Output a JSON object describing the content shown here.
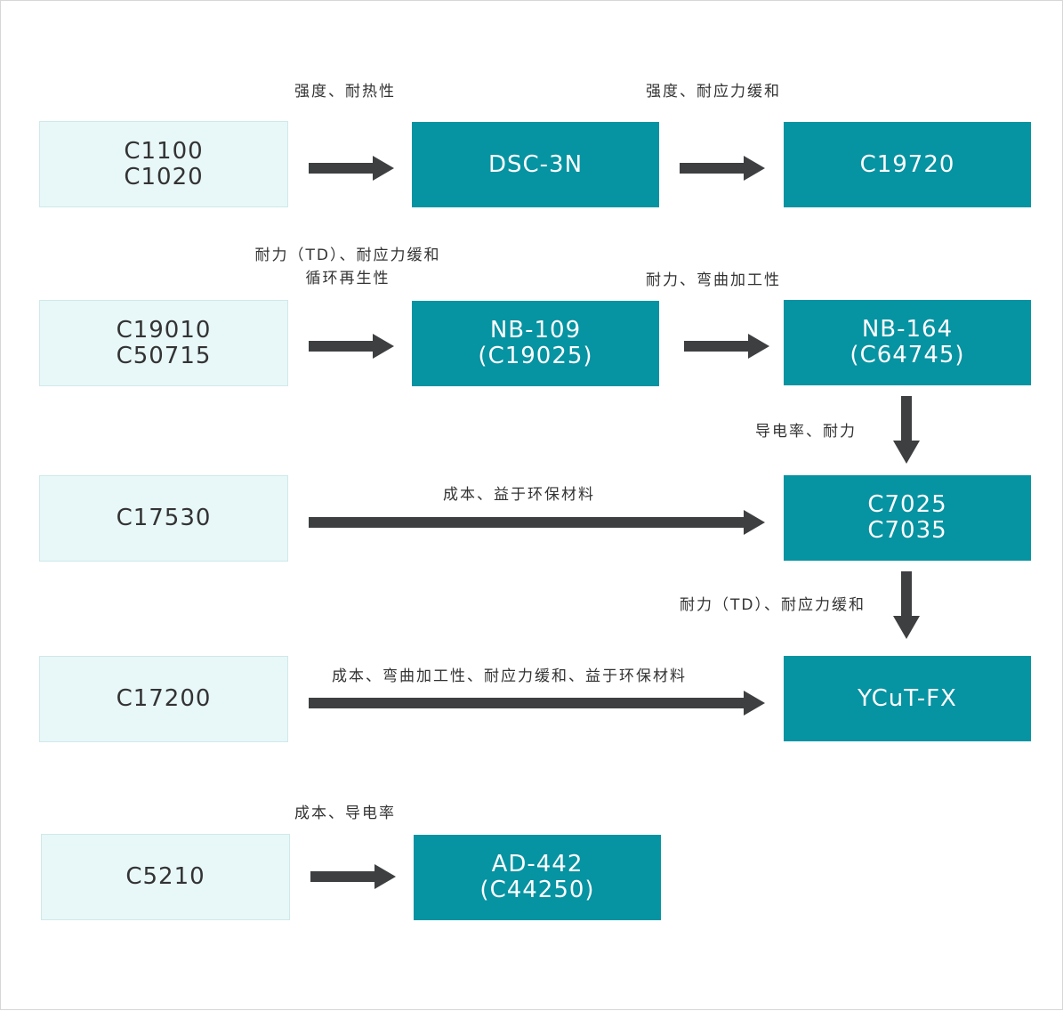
{
  "colors": {
    "source_fill": "#e8f7f8",
    "target_fill": "#0693a2",
    "arrow": "#3d3f41"
  },
  "sources": {
    "row1": [
      "C1100",
      "C1020"
    ],
    "row2": [
      "C19010",
      "C50715"
    ],
    "row3": [
      "C17530"
    ],
    "row4": [
      "C17200"
    ],
    "row5": [
      "C5210"
    ]
  },
  "targets": {
    "dsc3n": [
      "DSC-3N"
    ],
    "c19720": [
      "C19720"
    ],
    "nb109": [
      "NB-109",
      "(C19025)"
    ],
    "nb164": [
      "NB-164",
      "(C64745)"
    ],
    "c7025": [
      "C7025",
      "C7035"
    ],
    "ycutfx": [
      "YCuT-FX"
    ],
    "ad442": [
      "AD-442",
      "(C44250)"
    ]
  },
  "labels": {
    "row1_a": "强度、耐热性",
    "row1_b": "强度、耐应力缓和",
    "row2_a_line1": "耐力（TD）、耐应力缓和",
    "row2_a_line2": "循环再生性",
    "row2_b": "耐力、弯曲加工性",
    "down1": "导电率、耐力",
    "row3": "成本、益于环保材料",
    "down2": "耐力（TD）、耐应力缓和",
    "row4": "成本、弯曲加工性、耐应力缓和、益于环保材料",
    "row5": "成本、导电率"
  }
}
